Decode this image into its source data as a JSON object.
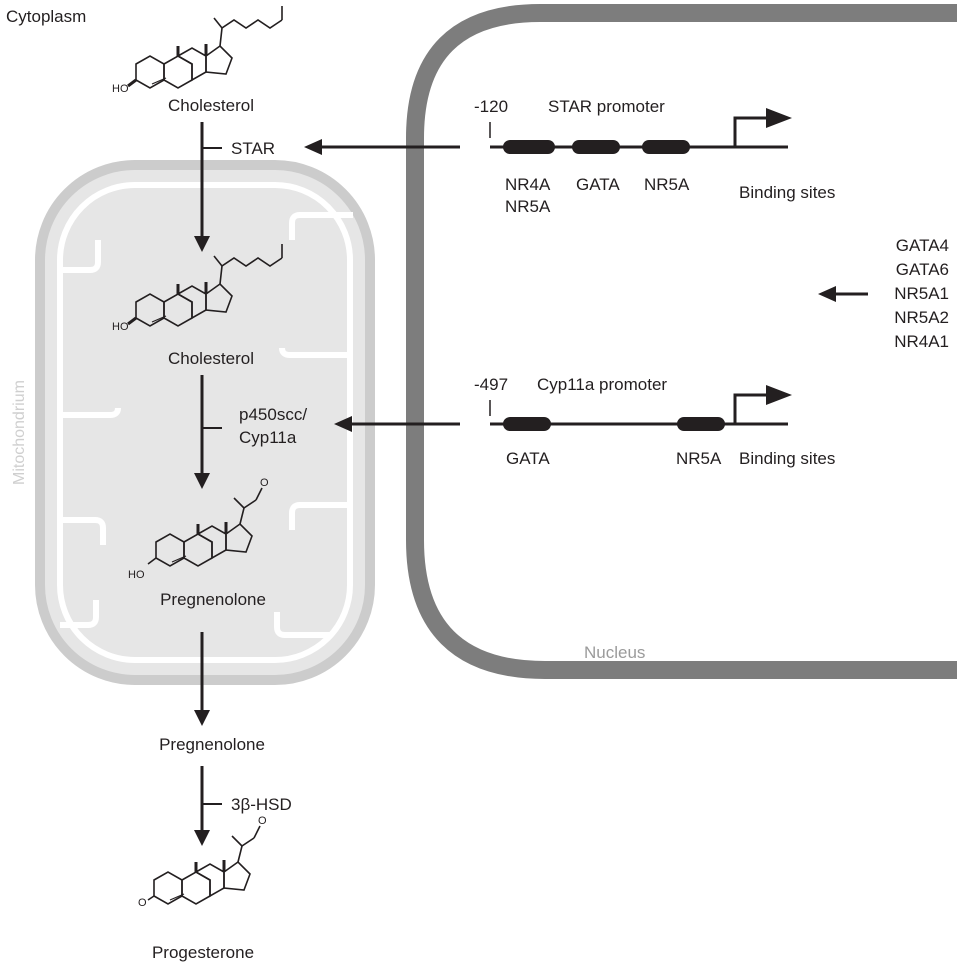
{
  "compartments": {
    "cytoplasm": "Cytoplasm",
    "mitochondrion": "Mitochondrium",
    "nucleus": "Nucleus"
  },
  "pathway": {
    "cholesterol_1": "Cholesterol",
    "cholesterol_2": "Cholesterol",
    "pregnenolone_1": "Pregnenolone",
    "pregnenolone_2": "Pregnenolone",
    "progesterone": "Progesterone"
  },
  "enzymes": {
    "star": "STAR",
    "p450scc": "p450scc/",
    "cyp11a": "Cyp11a",
    "hsd": "3β-HSD"
  },
  "star_promoter": {
    "title": "STAR promoter",
    "position": "-120",
    "sites": [
      "NR4A",
      "NR5A",
      "GATA",
      "NR5A"
    ],
    "binding_label": "Binding sites"
  },
  "cyp11a_promoter": {
    "title": "Cyp11a promoter",
    "position": "-497",
    "sites": [
      "GATA",
      "NR5A"
    ],
    "binding_label": "Binding sites"
  },
  "transcription_factors": [
    "GATA4",
    "GATA6",
    "NR5A1",
    "NR5A2",
    "NR4A1"
  ],
  "molecule_atoms": {
    "hydroxyl": "HO",
    "oxygen": "O"
  },
  "colors": {
    "nucleus_membrane": "#7d7d7d",
    "mito_fill": "#e6e6e6",
    "mito_membrane": "#cccccc",
    "ink": "#231f20"
  }
}
